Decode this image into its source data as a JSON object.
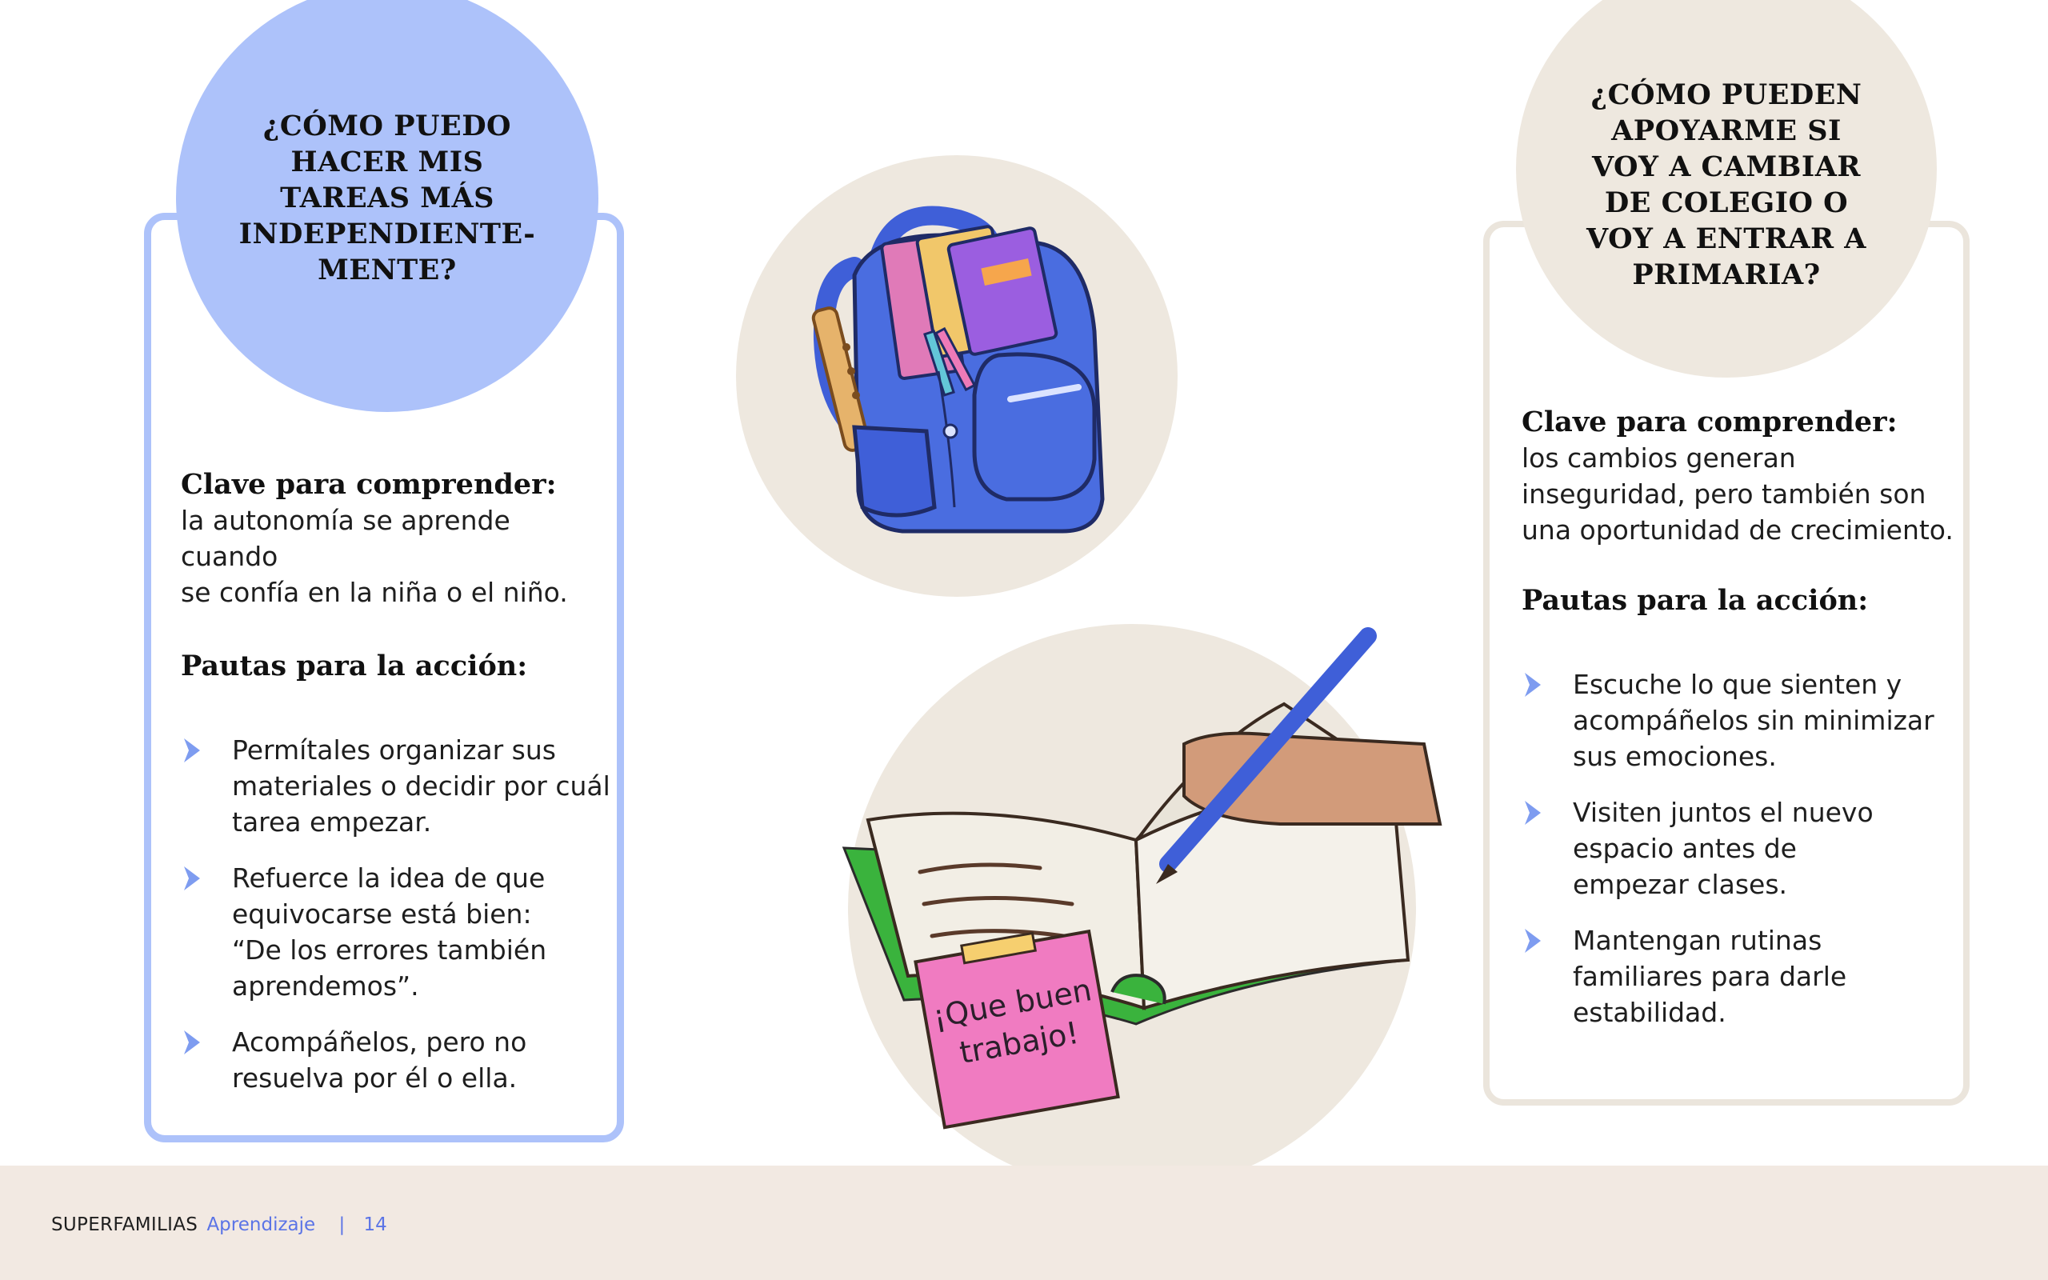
{
  "left_card": {
    "question": "¿CÓMO PUEDO HACER MIS TAREAS MÁS INDEPENDIENTE-MENTE?",
    "question_lines": [
      "¿CÓMO PUEDO",
      "HACER MIS",
      "TAREAS MÁS",
      "INDEPENDIENTE-",
      "MENTE?"
    ],
    "key_title": "Clave para comprender:",
    "key_text_lines": [
      "la autonomía se aprende cuando",
      "se confía en la niña o el niño."
    ],
    "actions_title": "Pautas para la acción:",
    "actions": [
      [
        "Permítales organizar sus",
        "materiales o decidir por cuál",
        "tarea empezar."
      ],
      [
        "Refuerce la idea de que",
        "equivocarse está bien:",
        "“De los errores también",
        "aprendemos”."
      ],
      [
        "Acompáñelos, pero no",
        "resuelva por él o ella."
      ]
    ]
  },
  "right_card": {
    "question_lines": [
      "¿CÓMO PUEDEN",
      "APOYARME SI",
      "VOY A CAMBIAR",
      "DE COLEGIO O",
      "VOY A ENTRAR A",
      "PRIMARIA?"
    ],
    "key_title": "Clave para comprender:",
    "key_text_lines": [
      "los cambios generan",
      "inseguridad, pero también son",
      "una oportunidad de crecimiento."
    ],
    "actions_title": "Pautas para la acción:",
    "actions": [
      [
        "Escuche lo que sienten y",
        "acompáñelos sin minimizar",
        "sus emociones."
      ],
      [
        "Visiten juntos el nuevo",
        "espacio antes de",
        "empezar clases."
      ],
      [
        "Mantengan rutinas",
        "familiares para darle",
        "estabilidad."
      ]
    ]
  },
  "illustrations": {
    "backpack_icon": "backpack-illustration",
    "notebook_icon": "notebook-illustration",
    "sticky_note_lines": [
      "¡Que buen",
      "trabajo!"
    ]
  },
  "footer": {
    "brand": "SUPERFAMILIAS",
    "section": "Aprendizaje",
    "separator": "|",
    "page_number": "14"
  },
  "colors": {
    "blue_accent": "#adc2fa",
    "beige_accent": "#eee8df",
    "chevron_blue": "#7e9cf0",
    "footer_bg": "#f2e9e2",
    "footer_link": "#5b74e6"
  }
}
